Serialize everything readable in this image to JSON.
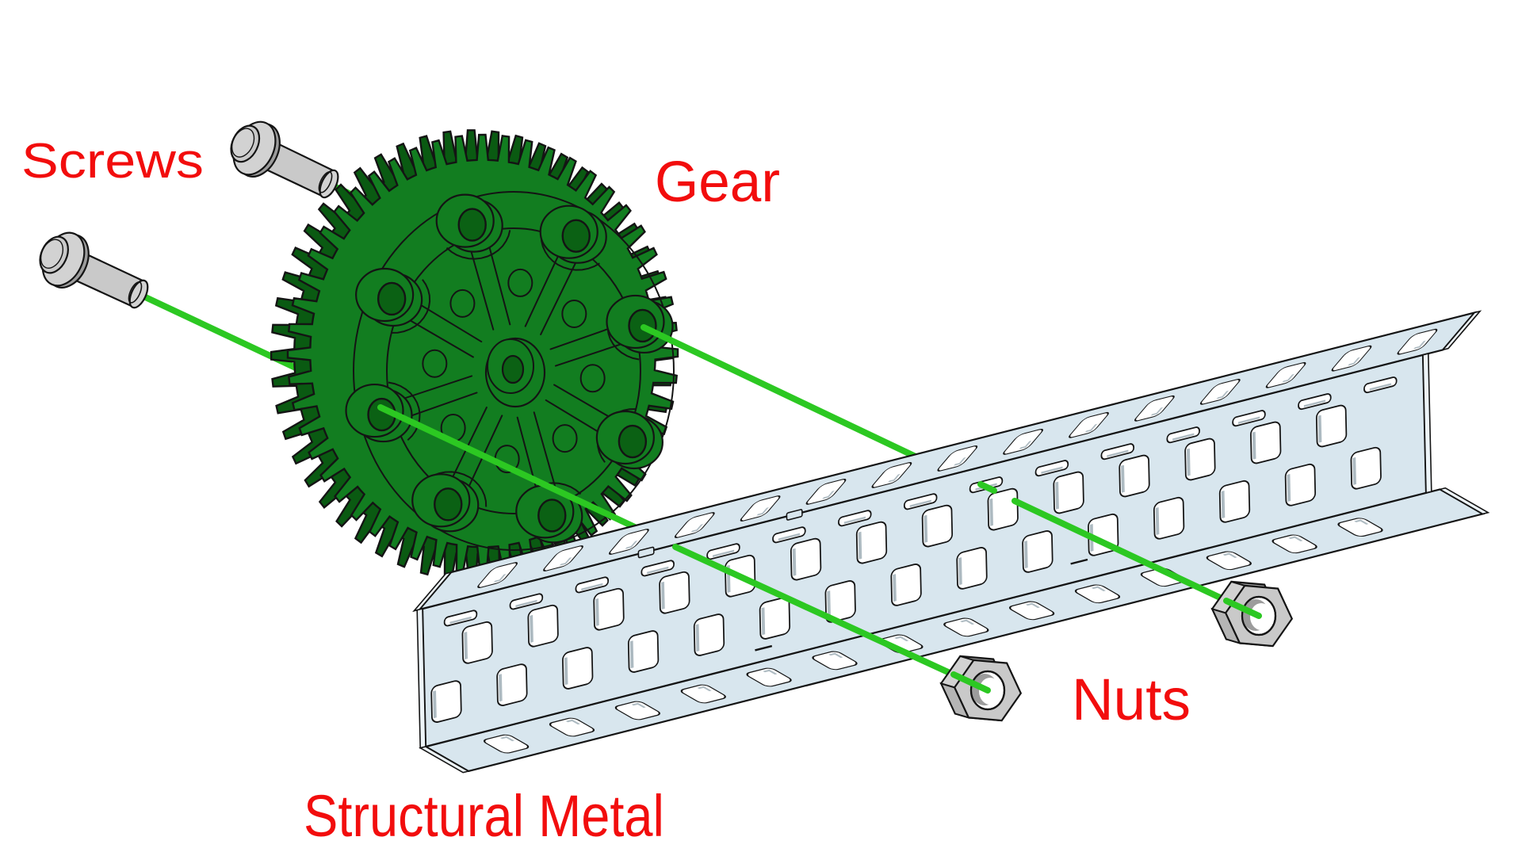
{
  "diagram": {
    "labels": {
      "screws": "Screws",
      "gear": "Gear",
      "nuts": "Nuts",
      "structural_metal": "Structural Metal"
    },
    "label_color": "#f20d0d",
    "colors": {
      "background": "#ffffff",
      "outline": "#141414",
      "gear_green": "#127d20",
      "gear_green_dark": "#0a5a12",
      "gear_hole_green": "#0b6114",
      "guide_line_green": "#2cc822",
      "metal_blue": "#d8e6ee",
      "metal_blue_edge": "#edf4f8",
      "metal_inner_gray": "#aebbc2",
      "hardware_gray": "#c9c9c9",
      "hardware_gray_light": "#d2d2d2",
      "hardware_gray_dark": "#9c9c9c",
      "hardware_gray_mid": "#b5b5b5"
    },
    "parts": {
      "screw_count": 2,
      "nut_count": 2,
      "gear_tooth_count": 52,
      "channel_hole_columns": 15
    }
  }
}
